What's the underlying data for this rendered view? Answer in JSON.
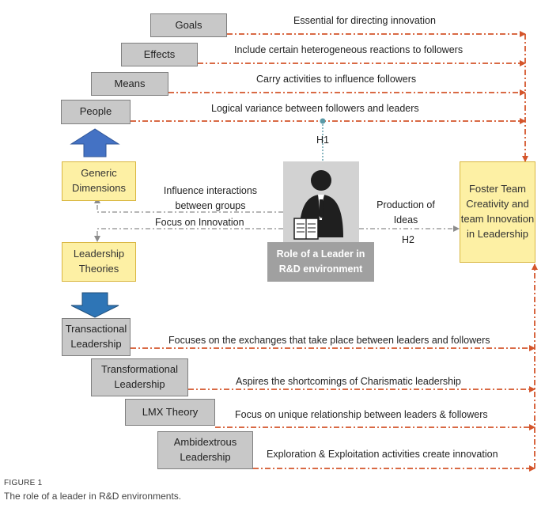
{
  "generic_boxes": {
    "goals": "Goals",
    "effects": "Effects",
    "means": "Means",
    "people": "People"
  },
  "generic_labels": {
    "goals": "Essential for directing innovation",
    "effects": "Include certain heterogeneous reactions to followers",
    "means": "Carry activities to influence followers",
    "people": "Logical variance between followers and leaders"
  },
  "generic_dimensions": "Generic Dimensions",
  "leadership_theories": "Leadership Theories",
  "hypotheses": {
    "h1": "H1",
    "h2": "H2"
  },
  "center_labels": {
    "influence": "Influence interactions between groups",
    "focus_innovation": "Focus on Innovation",
    "production": "Production of Ideas"
  },
  "leader_caption": "Role of a Leader in R&D environment",
  "outcome": "Foster Team Creativity and team Innovation in Leadership",
  "theory_boxes": {
    "transactional": "Transactional Leadership",
    "transformational": "Transformational Leadership",
    "lmx": "LMX Theory",
    "ambidextrous": "Ambidextrous Leadership"
  },
  "theory_labels": {
    "transactional": "Focuses on the exchanges that take place between leaders and followers",
    "transformational": "Aspires the shortcomings of Charismatic leadership",
    "lmx": "Focus on unique relationship between leaders & followers",
    "ambidextrous": "Exploration & Exploitation activities create innovation"
  },
  "figure": {
    "number": "FIGURE 1",
    "caption": "The role of a leader in R&D environments."
  },
  "colors": {
    "arrow_red": "#d4552b",
    "connector_gray": "#8c8c8c",
    "connector_teal": "#5a9aa8",
    "blue_arrow": "#4472c4",
    "teal_arrow": "#2e75b6"
  },
  "icons": {
    "leader": "leader-with-book-icon"
  }
}
